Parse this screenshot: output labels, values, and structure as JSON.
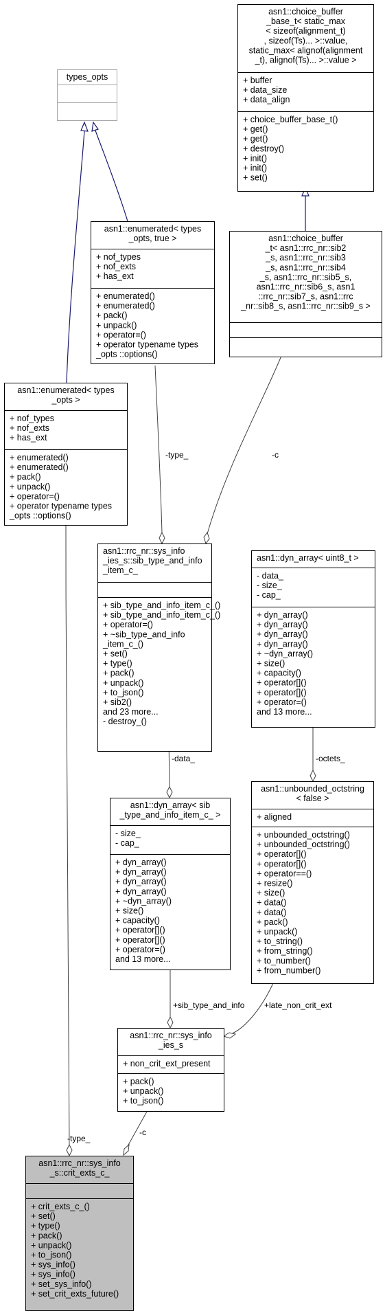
{
  "classes": {
    "choice_buffer_base": {
      "title": [
        "asn1::choice_buffer",
        "_base_t< static_max",
        "< sizeof(alignment_t)",
        ", sizeof(Ts)... >::value,",
        "static_max< alignof(alignment",
        "_t), alignof(Ts)... >::value >"
      ],
      "attributes": [
        "+ buffer",
        "+ data_size",
        "+ data_align"
      ],
      "methods": [
        "+ choice_buffer_base_t()",
        "+ get()",
        "+ get()",
        "+ destroy()",
        "+ init()",
        "+ init()",
        "+ set()"
      ]
    },
    "types_opts": {
      "title": [
        "types_opts"
      ],
      "attributes": [],
      "methods": []
    },
    "enumerated_true": {
      "title": [
        "asn1::enumerated< types",
        "_opts, true >"
      ],
      "attributes": [
        "+ nof_types",
        "+ nof_exts",
        "+ has_ext"
      ],
      "methods": [
        "+ enumerated()",
        "+ enumerated()",
        "+ pack()",
        "+ unpack()",
        "+ operator=()",
        "+ operator typename types",
        "_opts ::options()"
      ]
    },
    "choice_buffer": {
      "title": [
        "asn1::choice_buffer",
        "_t< asn1::rrc_nr::sib2",
        "_s, asn1::rrc_nr::sib3",
        "_s, asn1::rrc_nr::sib4",
        "_s, asn1::rrc_nr::sib5_s,",
        "asn1::rrc_nr::sib6_s, asn1",
        "::rrc_nr::sib7_s, asn1::rrc",
        "_nr::sib8_s, asn1::rrc_nr::sib9_s >"
      ],
      "attributes": [],
      "methods": []
    },
    "enumerated": {
      "title": [
        "asn1::enumerated< types",
        "_opts >"
      ],
      "attributes": [
        "+ nof_types",
        "+ nof_exts",
        "+ has_ext"
      ],
      "methods": [
        "+ enumerated()",
        "+ enumerated()",
        "+ pack()",
        "+ unpack()",
        "+ operator=()",
        "+ operator typename types",
        "_opts ::options()"
      ]
    },
    "sib_item": {
      "title": [
        "asn1::rrc_nr::sys_info",
        "_ies_s::sib_type_and_info",
        "_item_c_"
      ],
      "attributes": [],
      "methods": [
        "+ sib_type_and_info_item_c_()",
        "+ sib_type_and_info_item_c_()",
        "+ operator=()",
        "+ ~sib_type_and_info",
        "_item_c_()",
        "+ set()",
        "+ type()",
        "+ pack()",
        "+ unpack()",
        "+ to_json()",
        "+ sib2()",
        "and 23 more...",
        "- destroy_()"
      ]
    },
    "dyn_array_u8": {
      "title": [
        "asn1::dyn_array< uint8_t >"
      ],
      "attributes": [
        "- data_",
        "- size_",
        "- cap_"
      ],
      "methods": [
        "+ dyn_array()",
        "+ dyn_array()",
        "+ dyn_array()",
        "+ dyn_array()",
        "+ ~dyn_array()",
        "+ size()",
        "+ capacity()",
        "+ operator[]()",
        "+ operator[]()",
        "+ operator=()",
        "and 13 more..."
      ]
    },
    "dyn_array_sib": {
      "title": [
        "asn1::dyn_array< sib",
        "_type_and_info_item_c_ >"
      ],
      "attributes": [
        "- size_",
        "- cap_"
      ],
      "methods": [
        "+ dyn_array()",
        "+ dyn_array()",
        "+ dyn_array()",
        "+ dyn_array()",
        "+ ~dyn_array()",
        "+ size()",
        "+ capacity()",
        "+ operator[]()",
        "+ operator[]()",
        "+ operator=()",
        "and 13 more..."
      ]
    },
    "unbounded_octstring": {
      "title": [
        "asn1::unbounded_octstring",
        "< false >"
      ],
      "attributes": [
        "+ aligned"
      ],
      "methods": [
        "+ unbounded_octstring()",
        "+ unbounded_octstring()",
        "+ operator[]()",
        "+ operator[]()",
        "+ operator==()",
        "+ resize()",
        "+ size()",
        "+ data()",
        "+ data()",
        "+ pack()",
        "+ unpack()",
        "+ to_string()",
        "+ from_string()",
        "+ to_number()",
        "+ from_number()"
      ]
    },
    "sys_info_ies": {
      "title": [
        "asn1::rrc_nr::sys_info",
        "_ies_s"
      ],
      "attributes": [
        "+ non_crit_ext_present"
      ],
      "methods": [
        "+ pack()",
        "+ unpack()",
        "+ to_json()"
      ]
    },
    "crit_exts": {
      "title": [
        "asn1::rrc_nr::sys_info",
        "_s::crit_exts_c_"
      ],
      "attributes": [],
      "methods": [
        "+ crit_exts_c_()",
        "+ set()",
        "+ type()",
        "+ pack()",
        "+ unpack()",
        "+ to_json()",
        "+ sys_info()",
        "+ sys_info()",
        "+ set_sys_info()",
        "+ set_crit_exts_future()"
      ]
    }
  },
  "edges": {
    "type_1": "-type_",
    "c_1": "-c",
    "data": "-data_",
    "octets": "-octets_",
    "sib_type_and_info": "+sib_type_and_info",
    "late_non_crit_ext": "+late_non_crit_ext",
    "type_2": "-type_",
    "c_2": "-c"
  }
}
